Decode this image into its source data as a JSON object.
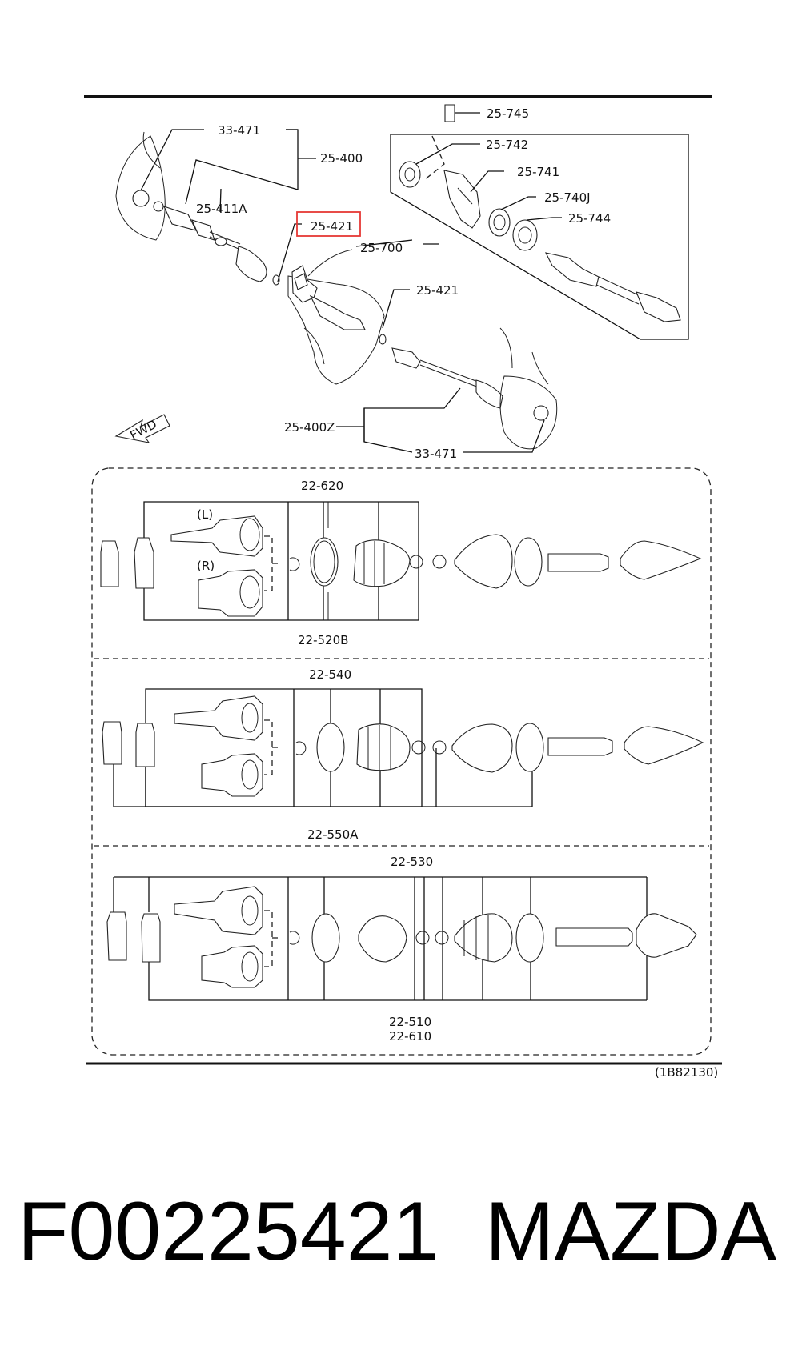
{
  "labels": {
    "top_33_471": "33-471",
    "top_25_400": "25-400",
    "top_25_411a": "25-411A",
    "top_25_421_highlight": "25-421",
    "top_25_700": "25-700",
    "top_25_421_b": "25-421",
    "top_25_400z": "25-400Z",
    "bottom_33_471": "33-471",
    "inset_25_745": "25-745",
    "inset_25_742": "25-742",
    "inset_25_741": "25-741",
    "inset_25_740j": "25-740J",
    "inset_25_744": "25-744",
    "fwd": "FWD"
  },
  "kit1": {
    "top_label": "22-620",
    "bottom_label": "22-520B",
    "left_tag": "(L)",
    "right_tag": "(R)"
  },
  "kit2": {
    "top_label": "22-540",
    "bottom_label": "22-550A"
  },
  "kit3": {
    "top_label": "22-530",
    "bottom_label_1": "22-510",
    "bottom_label_2": "22-610"
  },
  "figure_code": "(1B82130)",
  "footer": {
    "part_number": "F00225421",
    "brand": "MAZDA"
  },
  "colors": {
    "highlight": "#e53935",
    "ink": "#111111"
  }
}
